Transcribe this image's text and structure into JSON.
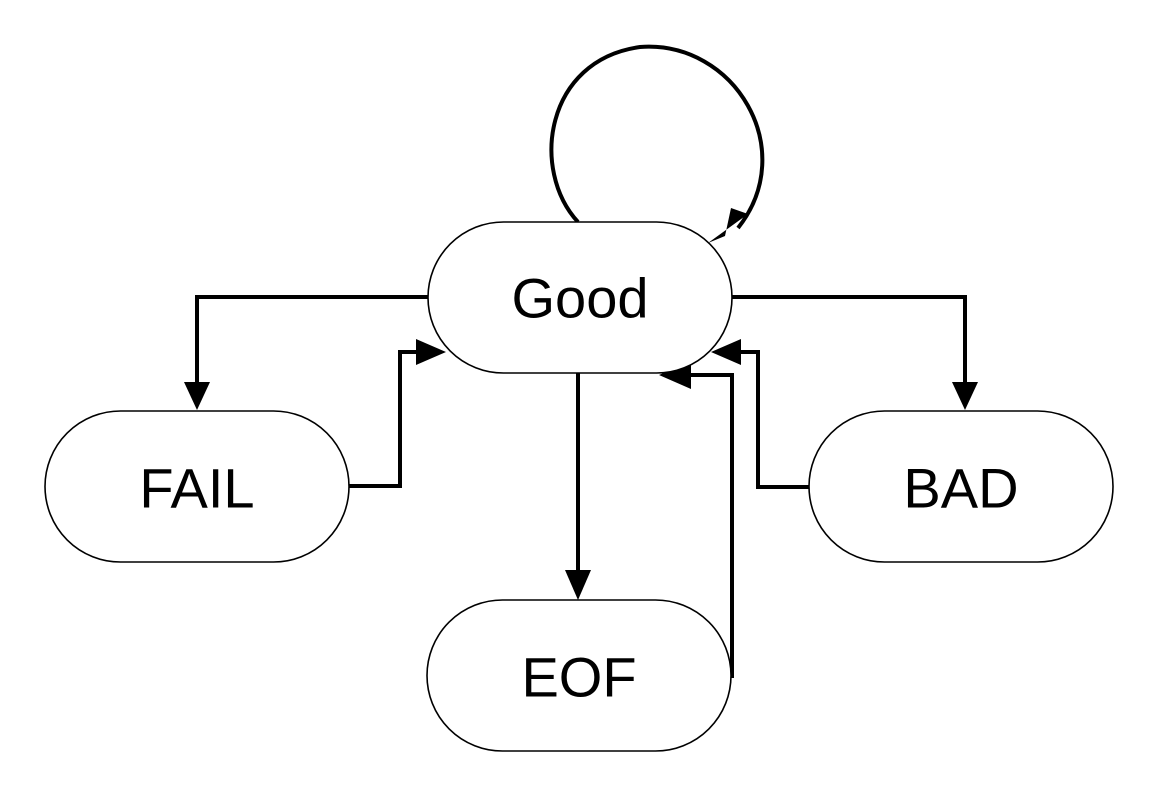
{
  "nodes": {
    "good": {
      "label": "Good"
    },
    "fail": {
      "label": "FAIL"
    },
    "bad": {
      "label": "BAD"
    },
    "eof": {
      "label": "EOF"
    }
  },
  "edges": [
    {
      "from": "Good",
      "to": "Good"
    },
    {
      "from": "Good",
      "to": "FAIL"
    },
    {
      "from": "FAIL",
      "to": "Good"
    },
    {
      "from": "Good",
      "to": "EOF"
    },
    {
      "from": "EOF",
      "to": "Good"
    },
    {
      "from": "Good",
      "to": "BAD"
    },
    {
      "from": "BAD",
      "to": "Good"
    }
  ],
  "colors": {
    "line": "#000000",
    "node_fill": "#ffffff",
    "background": "#ffffff"
  }
}
